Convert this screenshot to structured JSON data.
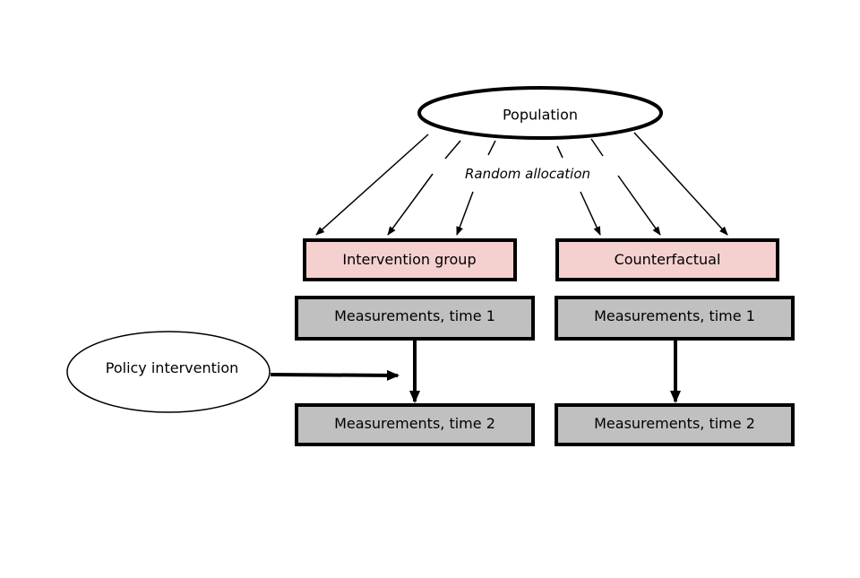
{
  "nodes": {
    "population": "Population",
    "random_allocation": "Random allocation",
    "intervention_group": "Intervention group",
    "counterfactual": "Counterfactual",
    "intervention_time1": "Measurements, time 1",
    "counterfactual_time1": "Measurements, time 1",
    "intervention_time2": "Measurements, time 2",
    "counterfactual_time2": "Measurements, time 2",
    "policy_intervention": "Policy intervention"
  },
  "colors": {
    "group_fill": "#f4d0ce",
    "measurement_fill": "#c0c0c0",
    "stroke": "#000000",
    "background": "#ffffff"
  }
}
